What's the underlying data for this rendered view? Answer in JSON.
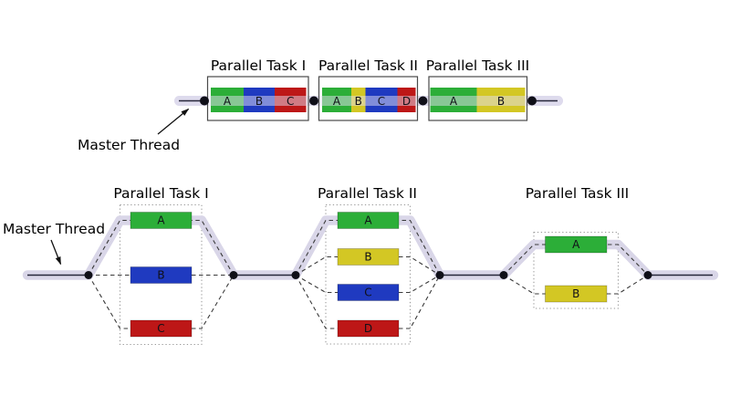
{
  "top_diagram": {
    "master_thread_label": "Master Thread",
    "tasks": [
      {
        "title": "Parallel Task I",
        "segments": [
          {
            "label": "A",
            "color": "#2cae38"
          },
          {
            "label": "B",
            "color": "#1f3ac0"
          },
          {
            "label": "C",
            "color": "#bd1717"
          }
        ]
      },
      {
        "title": "Parallel Task II",
        "segments": [
          {
            "label": "A",
            "color": "#2cae38"
          },
          {
            "label": "B",
            "color": "#d3c724"
          },
          {
            "label": "C",
            "color": "#1f3ac0"
          },
          {
            "label": "D",
            "color": "#bd1717"
          }
        ]
      },
      {
        "title": "Parallel Task III",
        "segments": [
          {
            "label": "A",
            "color": "#2cae38"
          },
          {
            "label": "B",
            "color": "#d3c724"
          }
        ]
      }
    ]
  },
  "bottom_diagram": {
    "master_thread_label": "Master Thread",
    "tasks": [
      {
        "title": "Parallel Task I",
        "bars": [
          {
            "label": "A",
            "color": "#2cae38"
          },
          {
            "label": "B",
            "color": "#1f3ac0"
          },
          {
            "label": "C",
            "color": "#bd1717"
          }
        ]
      },
      {
        "title": "Parallel Task II",
        "bars": [
          {
            "label": "A",
            "color": "#2cae38"
          },
          {
            "label": "B",
            "color": "#d3c724"
          },
          {
            "label": "C",
            "color": "#1f3ac0"
          },
          {
            "label": "D",
            "color": "#bd1717"
          }
        ]
      },
      {
        "title": "Parallel Task III",
        "bars": [
          {
            "label": "A",
            "color": "#2cae38"
          },
          {
            "label": "B",
            "color": "#d3c724"
          }
        ]
      }
    ]
  },
  "colors": {
    "thread_band": "#d9d6e8",
    "thread_line": "#26263a",
    "node_dot": "#0f0f18",
    "dashed_line": "#3a3a3a",
    "task_box_border": "#4a4a4a",
    "dotted_box_border": "#9a9a9a",
    "label_text": "#000000"
  }
}
